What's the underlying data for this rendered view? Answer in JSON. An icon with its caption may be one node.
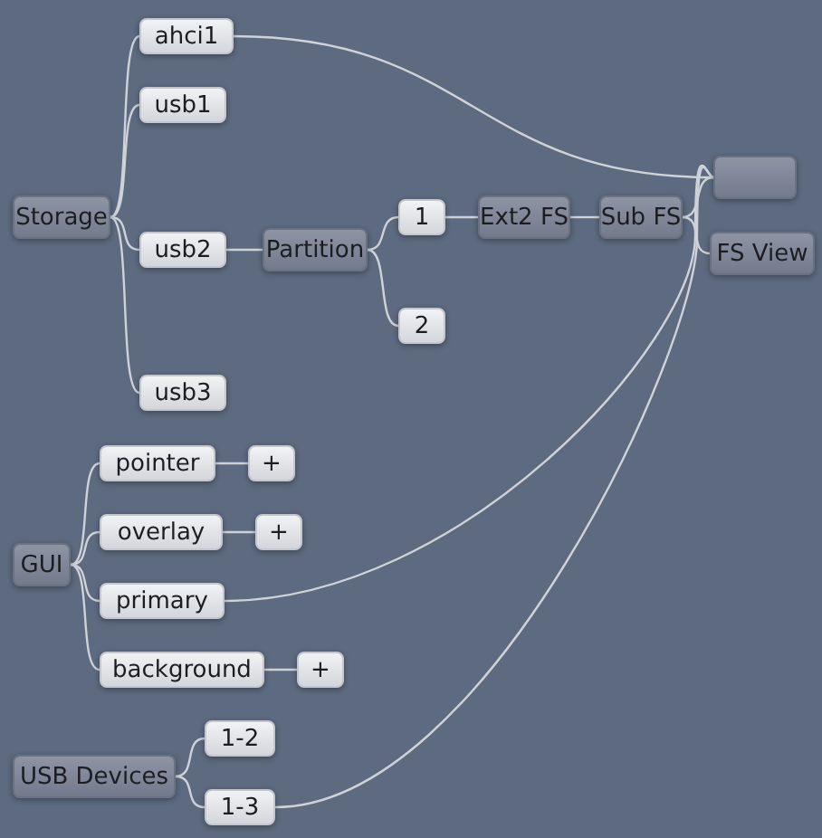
{
  "diagram": {
    "nodes": [
      {
        "text": [
          "Storage"
        ]
      },
      {
        "text": [
          "ahci1"
        ]
      },
      {
        "text": [
          "usb1"
        ]
      },
      {
        "text": [
          "usb2"
        ]
      },
      {
        "text": [
          "usb3"
        ]
      },
      {
        "text": [
          "Partition"
        ]
      },
      {
        "text": [
          "1"
        ]
      },
      {
        "text": [
          "2"
        ]
      },
      {
        "text": [
          "Ext2 FS"
        ]
      },
      {
        "text": [
          "Sub FS"
        ]
      },
      {
        "text": [],
        "shape": "box"
      },
      {
        "text": [
          "FS View"
        ]
      },
      {
        "text": [
          "GUI"
        ]
      },
      {
        "text": [
          "pointer"
        ]
      },
      {
        "text": [
          "+"
        ]
      },
      {
        "text": [
          "overlay"
        ]
      },
      {
        "text": [
          "+"
        ]
      },
      {
        "text": [
          "primary"
        ]
      },
      {
        "text": [
          "background"
        ]
      },
      {
        "text": [
          "+"
        ]
      },
      {
        "text": [
          "USB Devices"
        ]
      },
      {
        "text": [
          "1-2"
        ]
      },
      {
        "text": [
          "1-3"
        ]
      }
    ],
    "edges": [
      {
        "from": 0,
        "to": 1,
        "arrow": "none"
      },
      {
        "from": 0,
        "to": 2,
        "arrow": "none"
      },
      {
        "from": 0,
        "to": 3,
        "arrow": "none"
      },
      {
        "from": 0,
        "to": 4,
        "arrow": "none"
      },
      {
        "from": 3,
        "to": 5,
        "arrow": "none"
      },
      {
        "from": 5,
        "to": 6,
        "arrow": "none"
      },
      {
        "from": 5,
        "to": 7,
        "arrow": "none"
      },
      {
        "from": 6,
        "to": 8,
        "arrow": "none"
      },
      {
        "from": 8,
        "to": 9,
        "arrow": "none"
      },
      {
        "from": 1,
        "to": 10,
        "arrow": "none"
      },
      {
        "from": 9,
        "to": 10,
        "arrow": "none"
      },
      {
        "from": 9,
        "to": 11,
        "arrow": "none"
      },
      {
        "from": 12,
        "to": 13,
        "arrow": "none"
      },
      {
        "from": 12,
        "to": 15,
        "arrow": "none"
      },
      {
        "from": 12,
        "to": 17,
        "arrow": "none"
      },
      {
        "from": 12,
        "to": 18,
        "arrow": "none"
      },
      {
        "from": 13,
        "to": 14,
        "arrow": "none"
      },
      {
        "from": 15,
        "to": 16,
        "arrow": "none"
      },
      {
        "from": 18,
        "to": 19,
        "arrow": "none"
      },
      {
        "from": 17,
        "to": 10,
        "arrow": "none"
      },
      {
        "from": 20,
        "to": 21,
        "arrow": "none"
      },
      {
        "from": 20,
        "to": 22,
        "arrow": "none"
      },
      {
        "from": 22,
        "to": 10,
        "arrow": "none"
      }
    ]
  }
}
